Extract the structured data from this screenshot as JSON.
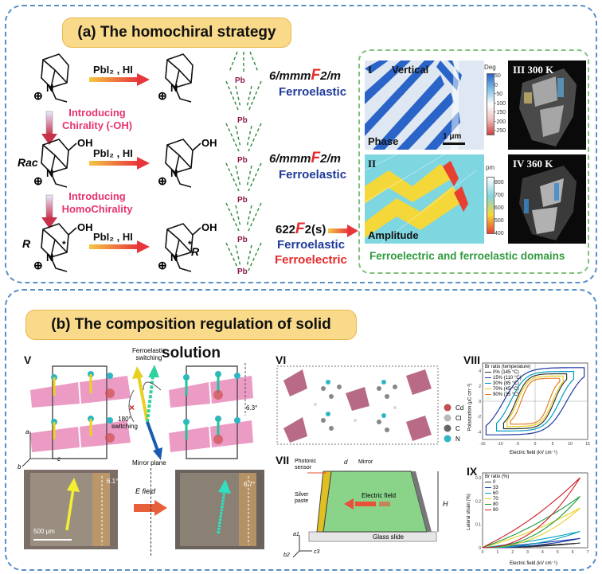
{
  "panel_a": {
    "title": "(a) The homochiral strategy",
    "reagent": "PbI₂ , HI",
    "rows": [
      {
        "sg_prefix": "6/mmm",
        "sg_F": "F",
        "sg_suffix": "2/m",
        "prop1": "Ferroelastic",
        "prop2": ""
      },
      {
        "sg_prefix": "6/mmm",
        "sg_F": "F",
        "sg_suffix": "2/m",
        "prop1": "Ferroelastic",
        "prop2": ""
      },
      {
        "sg_prefix": "622",
        "sg_F": "F",
        "sg_suffix": "2(s)",
        "prop1": "Ferroelastic",
        "prop2": "Ferroelectric"
      }
    ],
    "introducing_1": [
      "Introducing",
      "Chirality (-OH)"
    ],
    "introducing_2": [
      "Introducing",
      "HomoChirality"
    ],
    "label_rac": "Rac",
    "label_r": "R",
    "label_r_product": "R",
    "oh": "OH",
    "atom_n": "N",
    "atom_pb": "Pb",
    "plus": "⊕",
    "star": "*",
    "domains_caption": "Ferroelectric and ferroelastic domains",
    "images": {
      "i_label": "I",
      "i_title": "Vertical",
      "i_bottom": "Phase",
      "i_scale": "1 μm",
      "i_unit": "Deg",
      "i_ticks": [
        "50",
        "0",
        "-50",
        "-100",
        "-150",
        "-200",
        "-250"
      ],
      "ii_label": "II",
      "ii_bottom": "Amplitude",
      "ii_unit": "pm",
      "ii_ticks": [
        "800",
        "700",
        "600",
        "500",
        "400"
      ],
      "iii_label": "III  300 K",
      "iv_label": "IV  360 K"
    }
  },
  "panel_b": {
    "title": "(b) The composition regulation of solid solution",
    "v_label": "V",
    "vi_label": "VI",
    "vii_label": "VII",
    "viii_label": "VIII",
    "ix_label": "IX",
    "ferroelastic_switching": [
      "Ferroelastic",
      "switching"
    ],
    "switching_180": [
      "180°",
      "switching"
    ],
    "mirror_plane": "Mirror plane",
    "angle_63": "6.3°",
    "angle_61": "6.1°",
    "angle_67": "6.7°",
    "scale_500": "500 μm",
    "e_field": "E field",
    "axes_v": {
      "a": "a",
      "b": "b",
      "c": "c"
    },
    "legend_vi": [
      "Cd",
      "Cl",
      "C",
      "N"
    ],
    "vii": {
      "photonic": [
        "Photonic",
        "sensor"
      ],
      "d": "d",
      "mirror": "Mirror",
      "silver": [
        "Silver",
        "paste"
      ],
      "electric_field": "Electric field",
      "h": "H",
      "glass": "Glass slide",
      "axes": {
        "a1": "a1",
        "b2": "b2",
        "c3": "c3"
      }
    },
    "colors": {
      "s0": "#333333",
      "s1": "#1f3aa0",
      "s2": "#00a0c0",
      "s3": "#e6d020",
      "s4": "#e67a20",
      "s5": "#d01c60"
    }
  },
  "chart_data": [
    {
      "type": "line",
      "title": "",
      "xlabel": "Electric field (kV cm⁻¹)",
      "ylabel": "Polarization (μC cm⁻²)",
      "xlim": [
        -15,
        15
      ],
      "ylim": [
        -5,
        5
      ],
      "xticks": [
        "-15",
        "-10",
        "-5",
        "0",
        "5",
        "10",
        "15"
      ],
      "yticks": [
        "4",
        "2",
        "0",
        "-2",
        "-4"
      ],
      "legend_title": "Br ratio (temperature)",
      "legend_position": "top-left",
      "series": [
        {
          "name": "0% (145 °C)",
          "color": "#333333",
          "ec": 5.5,
          "ps": 3.1,
          "emax": 9,
          "pmax": 3.6
        },
        {
          "name": "15% (110 °C)",
          "color": "#1f3aa0",
          "ec": 9,
          "ps": 3.9,
          "emax": 14,
          "pmax": 4.4
        },
        {
          "name": "30% (85 °C)",
          "color": "#00a0c0",
          "ec": 7,
          "ps": 3.4,
          "emax": 11,
          "pmax": 3.9
        },
        {
          "name": "70% (45 °C)",
          "color": "#e6d020",
          "ec": 5,
          "ps": 2.9,
          "emax": 8,
          "pmax": 3.3
        },
        {
          "name": "90% (35 °C)",
          "color": "#e67a20",
          "ec": 4,
          "ps": 2.6,
          "emax": 7,
          "pmax": 3.0
        }
      ]
    },
    {
      "type": "line",
      "title": "",
      "xlabel": "Electric field (kV cm⁻¹)",
      "ylabel": "Lateral strain (%)",
      "xlim": [
        0,
        7
      ],
      "ylim": [
        0,
        0.32
      ],
      "xticks": [
        "0",
        "1",
        "2",
        "3",
        "4",
        "5",
        "6",
        "7"
      ],
      "yticks": [
        "0.3",
        "0.2",
        "0.1",
        "0"
      ],
      "legend_title": "Br ratio (%)",
      "legend_position": "top-left",
      "series": [
        {
          "name": "0",
          "color": "#333333",
          "smax": 0.02
        },
        {
          "name": "33",
          "color": "#1f3aa0",
          "smax": 0.04
        },
        {
          "name": "60",
          "color": "#00a0c0",
          "smax": 0.07
        },
        {
          "name": "70",
          "color": "#e6d020",
          "smax": 0.17
        },
        {
          "name": "80",
          "color": "#1a9a3a",
          "smax": 0.22
        },
        {
          "name": "90",
          "color": "#d01c2a",
          "smax": 0.3
        }
      ]
    }
  ]
}
